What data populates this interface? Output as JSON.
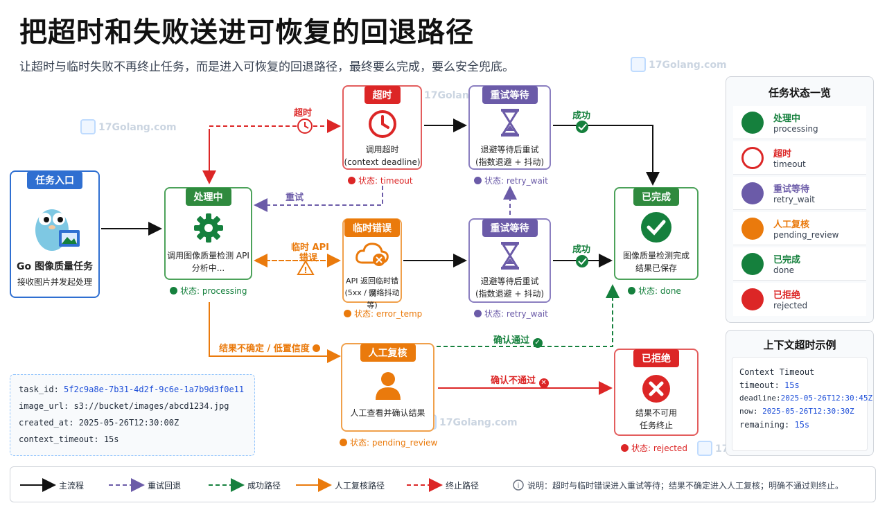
{
  "title": "把超时和失败送进可恢复的回退路径",
  "subtitle": "让超时与临时失败不再终止任务，而是进入可恢复的回退路径，最终要么完成，要么安全兜底。",
  "watermark": "17Golang.com",
  "nodes": {
    "entry": {
      "head": "任务入口",
      "name": "Go 图像质量任务",
      "desc": "接收图片并发起处理"
    },
    "processing": {
      "head": "处理中",
      "desc1": "调用图像质量检测 API",
      "desc2": "分析中...",
      "status": "状态: processing"
    },
    "timeout": {
      "head": "超时",
      "desc1": "调用超时",
      "desc2": "(context deadline)",
      "status": "状态: timeout"
    },
    "retry_top": {
      "head": "重试等待",
      "desc1": "退避等待后重试",
      "desc2": "(指数退避 + 抖动)",
      "status": "状态: retry_wait"
    },
    "temp_error": {
      "head": "临时错误",
      "desc1": "API 返回临时错误",
      "desc2": "(5xx / 网络抖动等)",
      "status": "状态: error_temp"
    },
    "retry_mid": {
      "head": "重试等待",
      "desc1": "退避等待后重试",
      "desc2": "(指数退避 + 抖动)",
      "status": "状态: retry_wait"
    },
    "done": {
      "head": "已完成",
      "desc1": "图像质量检测完成",
      "desc2": "结果已保存",
      "status": "状态: done"
    },
    "review": {
      "head": "人工复核",
      "desc1": "人工查看并确认结果",
      "status": "状态: pending_review"
    },
    "rejected": {
      "head": "已拒绝",
      "desc1": "结果不可用",
      "desc2": "任务终止",
      "status": "状态: rejected"
    }
  },
  "edge_labels": {
    "timeout": "超时",
    "retry": "重试",
    "temp_error_1": "临时 API",
    "temp_error_2": "错误",
    "success_top": "成功",
    "success_mid": "成功",
    "uncertain": "结果不确定 / 低置信度",
    "confirm_pass": "确认通过",
    "confirm_fail": "确认不通过"
  },
  "task_info": [
    {
      "key": "task_id:",
      "value": "5f2c9a8e-7b31-4d2f-9c6e-1a7b9d3f0e11"
    },
    {
      "key": "image_url:",
      "value": "s3://bucket/images/abcd1234.jpg"
    },
    {
      "key": "created_at:",
      "value": "2025-05-26T12:30:00Z"
    },
    {
      "key": "context_timeout:",
      "value": "15s"
    }
  ],
  "status_panel": {
    "title": "任务状态一览",
    "items": [
      {
        "label": "处理中",
        "sub": "processing",
        "color": "#15803d"
      },
      {
        "label": "超时",
        "sub": "timeout",
        "color": "#dc2626"
      },
      {
        "label": "重试等待",
        "sub": "retry_wait",
        "color": "#6b5ba8"
      },
      {
        "label": "人工复核",
        "sub": "pending_review",
        "color": "#ea7a0c"
      },
      {
        "label": "已完成",
        "sub": "done",
        "color": "#15803d"
      },
      {
        "label": "已拒绝",
        "sub": "rejected",
        "color": "#dc2626"
      }
    ]
  },
  "context_panel": {
    "title": "上下文超时示例",
    "lines": [
      {
        "k": "Context Timeout",
        "v": ""
      },
      {
        "k": "timeout:",
        "v": "15s"
      },
      {
        "k": "deadline:",
        "v": "2025-05-26T12:30:45Z"
      },
      {
        "k": "now:",
        "v": "2025-05-26T12:30:30Z"
      },
      {
        "k": "remaining:",
        "v": "15s"
      }
    ]
  },
  "legend": {
    "main": "主流程",
    "retry": "重试回退",
    "success": "成功路径",
    "review": "人工复核路径",
    "terminate": "终止路径",
    "note": "说明：超时与临时错误进入重试等待；结果不确定进入人工复核；明确不通过则终止。"
  },
  "colors": {
    "blue": "#2f6fd1",
    "green": "#15803d",
    "red": "#dc2626",
    "purple": "#6b5ba8",
    "orange": "#ea7a0c"
  }
}
